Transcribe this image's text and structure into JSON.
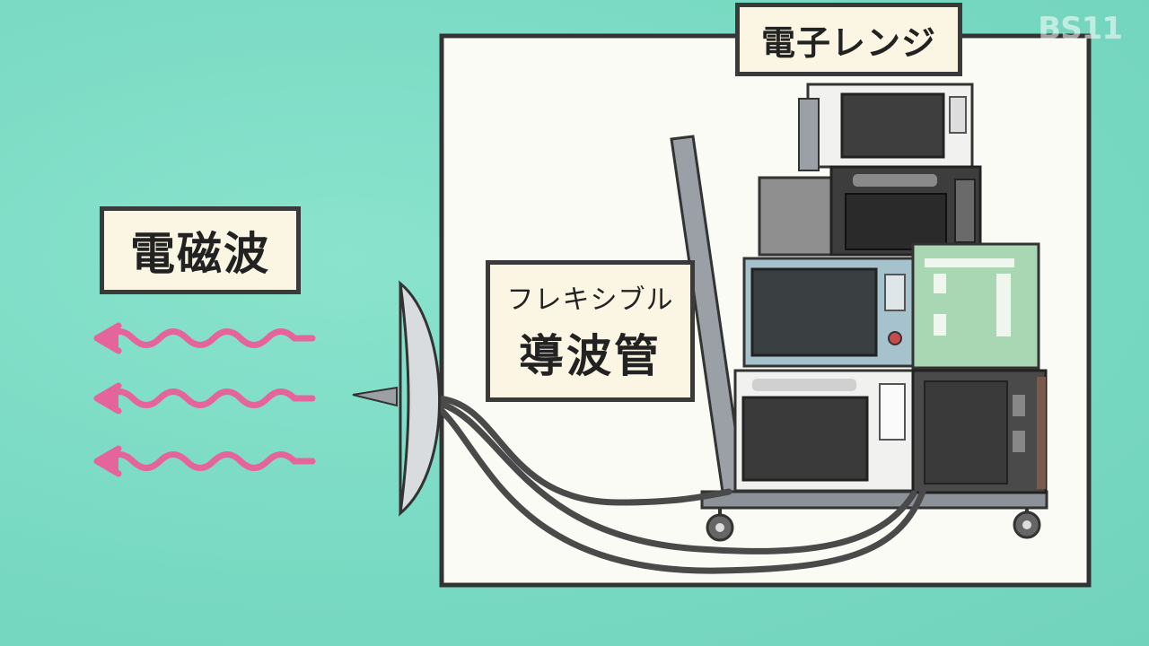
{
  "watermark": "BS11",
  "labels": {
    "electromagnetic_wave": "電磁波",
    "microwave_oven": "電子レンジ",
    "flexible_line1": "フレキシブル",
    "flexible_line2": "導波管"
  },
  "colors": {
    "background": "#7dddc6",
    "panel": "#fbfbf6",
    "label_fill": "#fbf6e3",
    "outline": "#3a3a3a",
    "wave_arrow": "#e5649c",
    "oven_green": "#a9d6b3",
    "oven_blue": "#a6c2cc",
    "oven_dark": "#4a4a4a",
    "oven_white": "#f1f1ef"
  },
  "waves": [
    {
      "name": "wave-arrow-top"
    },
    {
      "name": "wave-arrow-middle"
    },
    {
      "name": "wave-arrow-bottom"
    }
  ],
  "icons": {
    "antenna": "parabolic-antenna-icon",
    "cart": "hand-truck-icon",
    "oven": "microwave-oven-icon"
  }
}
